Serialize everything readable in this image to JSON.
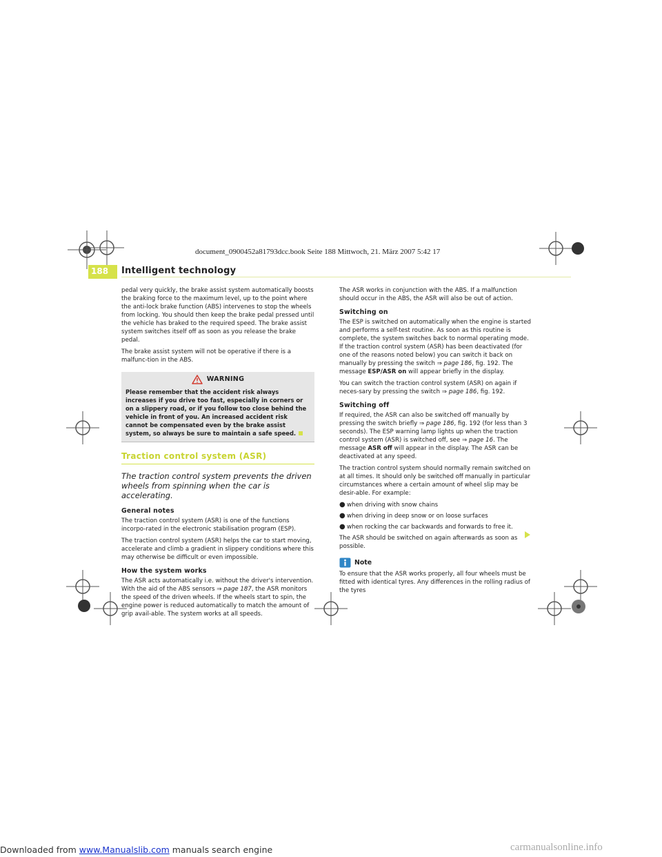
{
  "slug": "document_0900452a81793dcc.book  Seite 188  Mittwoch, 21. März 2007  5:42 17",
  "page": {
    "number": "188",
    "section_title": "Intelligent technology"
  },
  "col1": {
    "p1": "pedal very quickly, the brake assist system automatically boosts the braking force to the maximum level, up to the point where the anti-lock brake function (ABS) intervenes to stop the wheels from locking. You should then keep the brake pedal pressed until the vehicle has braked to the required speed. The brake assist system switches itself off as soon as you release the brake pedal.",
    "p2": "The brake assist system will not be operative if there is a malfunc-tion in the ABS.",
    "warning_title": "WARNING",
    "warning_text": "Please remember that the accident risk always increases if you drive too fast, especially in corners or on a slippery road, or if you follow too close behind the vehicle in front of you. An increased accident risk cannot be compensated even by the brake assist system, so always be sure to maintain a safe speed.",
    "sec_title": "Traction control system (ASR)",
    "sec_subtitle": "The traction control system prevents the driven wheels from spinning when the car is accelerating.",
    "h_general": "General notes",
    "p3": "The traction control system (ASR) is one of the functions incorpo-rated in the electronic stabilisation program (ESP).",
    "p4": "The traction control system (ASR) helps the car to start moving, accelerate and climb a gradient in slippery conditions where this may otherwise be difficult or even impossible.",
    "h_how": "How the system works",
    "p5a": "The ASR acts automatically i.e. without the driver's intervention. With the aid of the ABS sensors ",
    "p5ref": "page 187",
    "p5b": ", the ASR monitors the speed of the driven wheels. If the wheels start to spin, the engine power is reduced automatically to match the amount of grip avail-able. The system works at all speeds."
  },
  "col2": {
    "p1": "The ASR works in conjunction with the ABS. If a malfunction should occur in the ABS, the ASR will also be out of action.",
    "h_on": "Switching on",
    "p2a": "The ESP is switched on automatically when the engine is started and performs a self-test routine. As soon as this routine is complete, the system switches back to normal operating mode. If the traction control system (ASR) has been deactivated (for one of the reasons noted below) you can switch it back on manually by pressing the switch ",
    "p2ref": "page 186",
    "p2b": ", fig. 192. The message ",
    "p2msg": "ESP/ASR on",
    "p2c": " will appear briefly in the display.",
    "p3a": "You can switch the traction control system (ASR) on again if neces-sary by pressing the switch ",
    "p3ref": "page 186",
    "p3b": ", fig. 192.",
    "h_off": "Switching off",
    "p4a": "If required, the ASR can also be switched off manually by pressing the switch briefly ",
    "p4ref": "page 186",
    "p4b": ", fig. 192 (for less than 3 seconds). The ESP warning lamp lights up when the traction control system (ASR) is switched off, see ",
    "p4ref2": "page 16",
    "p4c": ". The message ",
    "p4msg": "ASR off",
    "p4d": " will appear in the display. The ASR can be deactivated at any speed.",
    "p5": "The traction control system should normally remain switched on at all times. It should only be switched off manually in particular circumstances where a certain amount of wheel slip may be desir-able. For example:",
    "bullets": [
      "when driving with snow chains",
      "when driving in deep snow or on loose surfaces",
      "when rocking the car backwards and forwards to free it."
    ],
    "p6": "The ASR should be switched on again afterwards as soon as possible.",
    "note_title": "Note",
    "p7": "To ensure that the ASR works properly, all four wheels must be fitted with identical tyres. Any differences in the rolling radius of the tyres"
  },
  "arrow_symbol": "⇒",
  "bullet_symbol": "●",
  "footer": {
    "prefix": "Downloaded from ",
    "link": "www.Manualslib.com",
    "suffix": " manuals search engine",
    "right": "carmanualsonline.info"
  },
  "colors": {
    "accent": "#d6e24a",
    "accent_text": "#c8d431",
    "warning_bg": "#e6e6e6",
    "note_blue": "#2f86c6",
    "link": "#1a33cc"
  }
}
